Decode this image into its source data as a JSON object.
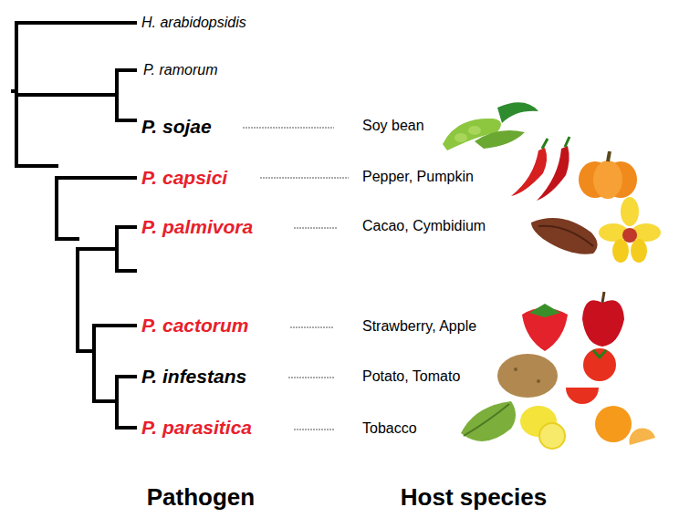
{
  "diagram": {
    "labels": [
      "H. arabidopsidis",
      "P. ramorum",
      "P. sojae",
      "Soy bean",
      "P. capsici",
      "Pepper, Pumpkin",
      "P. palmivora",
      "Cacao, Cymbidium",
      "P. cactorum",
      "Strawberry, Apple",
      "P. infestans",
      "Potato, Tomato",
      "P. parasitica",
      "Tobacco",
      "Pathogen",
      "Host species"
    ]
  }
}
